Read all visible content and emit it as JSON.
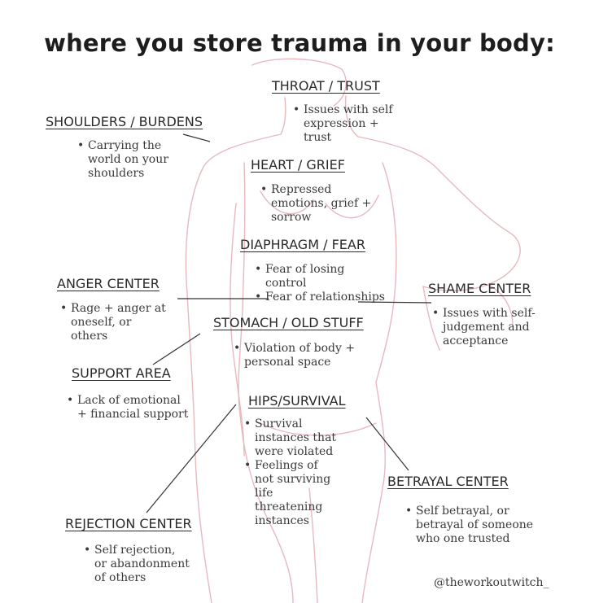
{
  "title": "where you store trauma in your body:",
  "handle": "@theworkoutwitch_",
  "colors": {
    "outline": "#e7b9bf",
    "text": "#2a2a2a",
    "connector": "#333333"
  },
  "sections": {
    "throat": {
      "label": "THROAT / TRUST",
      "items": [
        "Issues with self expression + trust"
      ]
    },
    "shoulders": {
      "label": "SHOULDERS / BURDENS",
      "items": [
        "Carrying the world on your shoulders"
      ]
    },
    "heart": {
      "label": "HEART / GRIEF",
      "items": [
        "Repressed emotions, grief + sorrow"
      ]
    },
    "diaphragm": {
      "label": "DIAPHRAGM / FEAR",
      "items": [
        "Fear of losing control",
        "Fear of relationships"
      ]
    },
    "anger": {
      "label": "ANGER CENTER",
      "items": [
        "Rage + anger at oneself, or others"
      ]
    },
    "shame": {
      "label": "SHAME CENTER",
      "items": [
        "Issues with self-judgement and acceptance"
      ]
    },
    "stomach": {
      "label": "STOMACH / OLD STUFF",
      "items": [
        "Violation of body + personal space"
      ]
    },
    "support": {
      "label": "SUPPORT AREA",
      "items": [
        "Lack of emotional + financial support"
      ]
    },
    "hips": {
      "label": "HIPS/SURVIVAL",
      "items": [
        "Survival instances that were violated",
        "Feelings of not surviving life threatening instances"
      ]
    },
    "betrayal": {
      "label": "BETRAYAL CENTER",
      "items": [
        "Self betrayal, or betrayal of someone who one trusted"
      ]
    },
    "rejection": {
      "label": "REJECTION CENTER",
      "items": [
        "Self rejection, or abandonment of others"
      ]
    }
  }
}
